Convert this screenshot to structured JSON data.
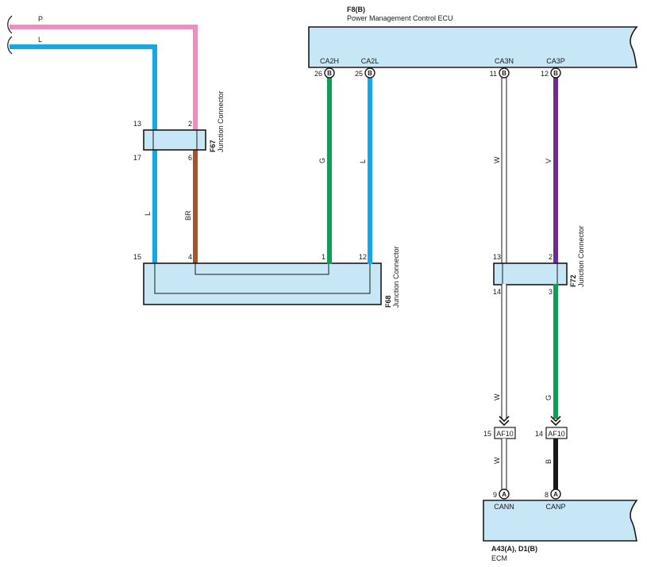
{
  "colors": {
    "P": "#f08cbe",
    "L": "#14a9e6",
    "G": "#0f9e55",
    "BR": "#a6532f",
    "W": "#ffffff",
    "V": "#6d2c90",
    "B": "#1a1a1a",
    "box_fill": "#c7e6f6"
  },
  "top_wires": {
    "p_label": "P",
    "l_label": "L"
  },
  "ecu_top": {
    "id": "F8(B)",
    "name": "Power Management Control ECU",
    "pins": [
      {
        "num": "26",
        "conn": "B",
        "name": "CA2H"
      },
      {
        "num": "25",
        "conn": "B",
        "name": "CA2L"
      },
      {
        "num": "11",
        "conn": "B",
        "name": "CA3N"
      },
      {
        "num": "12",
        "conn": "B",
        "name": "CA3P"
      }
    ]
  },
  "f67": {
    "id": "F67",
    "name": "Junction Connector",
    "pins": [
      "13",
      "2",
      "17",
      "6"
    ]
  },
  "f68": {
    "id": "F68",
    "name": "Junction Connector",
    "pins": [
      "15",
      "4",
      "1",
      "12"
    ]
  },
  "f72": {
    "id": "F72",
    "name": "Junction Connector",
    "pins": [
      "13",
      "2",
      "14",
      "3"
    ]
  },
  "wire_labels": {
    "l_left": "L",
    "br": "BR",
    "g_ca2h": "G",
    "l_ca2l": "L",
    "w_ca3n": "W",
    "v_ca3p": "V",
    "w_low": "W",
    "g_low": "G",
    "w_bottom": "W",
    "b_bottom": "B"
  },
  "af10": [
    {
      "num": "15",
      "label": "AF10"
    },
    {
      "num": "14",
      "label": "AF10"
    }
  ],
  "ecm": {
    "id": "A43(A), D1(B)",
    "name": "ECM",
    "pins": [
      {
        "num": "9",
        "conn": "A",
        "name": "CANN"
      },
      {
        "num": "8",
        "conn": "A",
        "name": "CANP"
      }
    ]
  }
}
